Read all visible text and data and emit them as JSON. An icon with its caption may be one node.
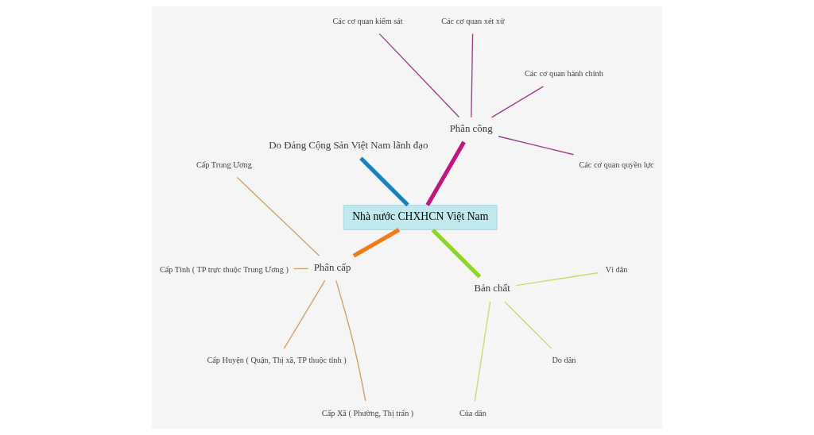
{
  "diagram": {
    "nodes": [
      {
        "text": [
          "Nhà nước CHXHCN Việt Nam"
        ]
      },
      {
        "text": [
          "Phân công"
        ]
      },
      {
        "text": [
          "Các cơ quan quyền lực"
        ]
      },
      {
        "text": [
          "Các cơ quan hành chính"
        ]
      },
      {
        "text": [
          "Các cơ quan xét xử"
        ]
      },
      {
        "text": [
          "Các cơ quan kiểm sát"
        ]
      },
      {
        "text": [
          "Do Đảng Cộng Sản Việt Nam lãnh đạo"
        ]
      },
      {
        "text": [
          "Phân cấp"
        ]
      },
      {
        "text": [
          "Cấp Trung Ương"
        ]
      },
      {
        "text": [
          "Cấp Tỉnh ( TP trực thuộc Trung Ương )"
        ]
      },
      {
        "text": [
          "Cấp Huyện ( Quận, Thị xã, TP thuộc tỉnh )"
        ]
      },
      {
        "text": [
          "Cấp Xã ( Phường, Thị trấn )"
        ]
      },
      {
        "text": [
          "Bản chất"
        ]
      },
      {
        "text": [
          "Của dân"
        ]
      },
      {
        "text": [
          "Do dân"
        ]
      },
      {
        "text": [
          "Vì dân"
        ]
      }
    ],
    "edges": [
      {
        "from": 0,
        "to": 1,
        "arrow": "none",
        "style": "thick",
        "color": "#c0167f"
      },
      {
        "from": 1,
        "to": 2,
        "arrow": "none",
        "color": "#9c3f8c"
      },
      {
        "from": 1,
        "to": 3,
        "arrow": "none",
        "color": "#9c3f8c"
      },
      {
        "from": 1,
        "to": 4,
        "arrow": "none",
        "color": "#9c3f8c"
      },
      {
        "from": 1,
        "to": 5,
        "arrow": "none",
        "color": "#9c3f8c"
      },
      {
        "from": 0,
        "to": 6,
        "arrow": "none",
        "style": "thick",
        "color": "#1b7fc0"
      },
      {
        "from": 0,
        "to": 7,
        "arrow": "none",
        "style": "thick",
        "color": "#ef7d1a"
      },
      {
        "from": 7,
        "to": 8,
        "arrow": "none",
        "color": "#cfa26a"
      },
      {
        "from": 7,
        "to": 9,
        "arrow": "none",
        "color": "#cfa26a"
      },
      {
        "from": 7,
        "to": 10,
        "arrow": "none",
        "color": "#cfa26a"
      },
      {
        "from": 7,
        "to": 11,
        "arrow": "none",
        "color": "#cfa26a"
      },
      {
        "from": 0,
        "to": 12,
        "arrow": "none",
        "style": "thick",
        "color": "#8ed42c"
      },
      {
        "from": 12,
        "to": 13,
        "arrow": "none",
        "color": "#c9dc6c"
      },
      {
        "from": 12,
        "to": 14,
        "arrow": "none",
        "color": "#c9dc6c"
      },
      {
        "from": 12,
        "to": 15,
        "arrow": "none",
        "color": "#c9dc6c"
      }
    ]
  }
}
